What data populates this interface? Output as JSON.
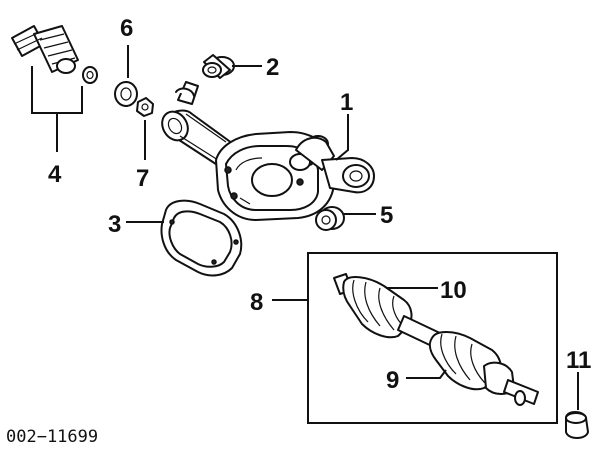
{
  "diagram": {
    "reference_number": "002−11699",
    "callouts": [
      {
        "id": "1",
        "label": "1"
      },
      {
        "id": "2",
        "label": "2"
      },
      {
        "id": "3",
        "label": "3"
      },
      {
        "id": "4",
        "label": "4"
      },
      {
        "id": "5",
        "label": "5"
      },
      {
        "id": "6",
        "label": "6"
      },
      {
        "id": "7",
        "label": "7"
      },
      {
        "id": "8",
        "label": "8"
      },
      {
        "id": "9",
        "label": "9"
      },
      {
        "id": "10",
        "label": "10"
      },
      {
        "id": "11",
        "label": "11"
      }
    ]
  }
}
